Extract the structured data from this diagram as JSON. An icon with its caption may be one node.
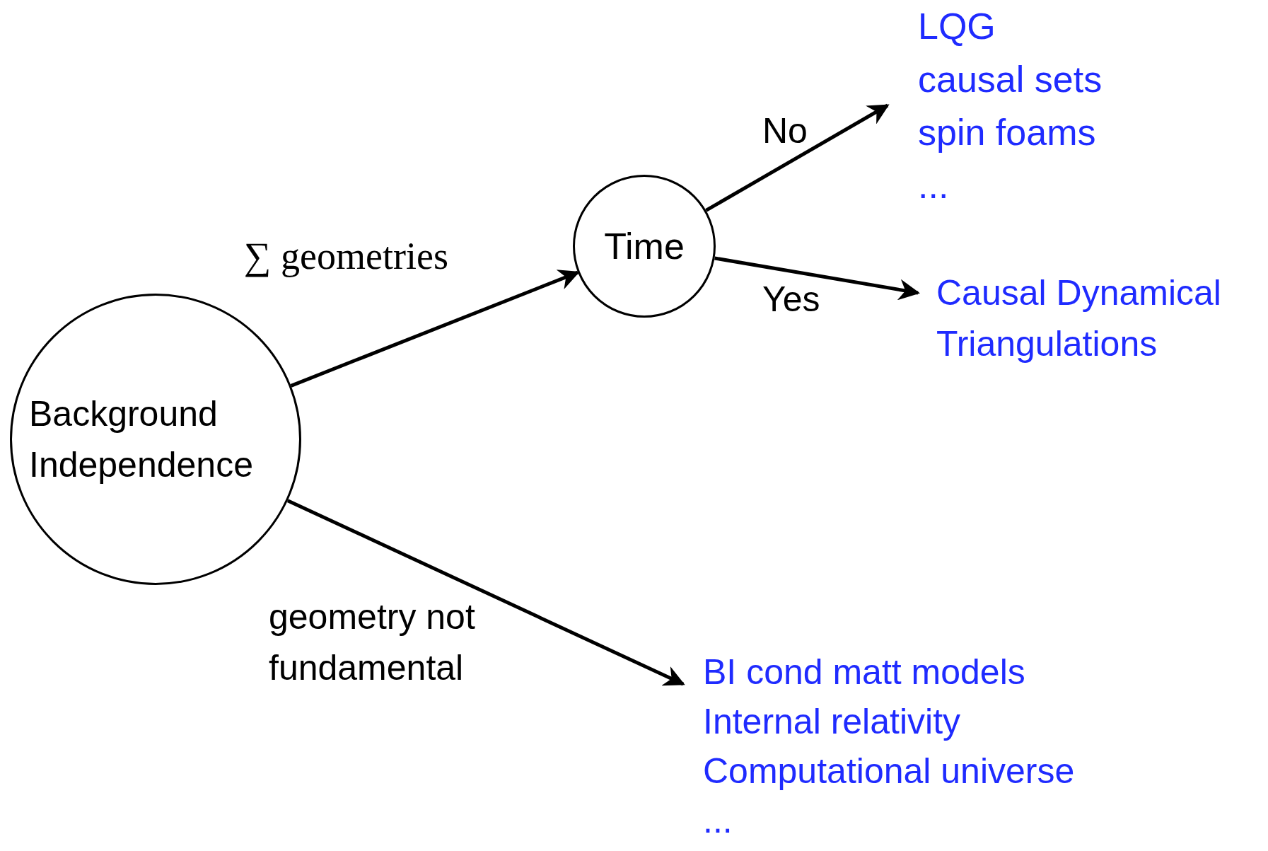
{
  "diagram": {
    "nodes": [
      {
        "text": [
          "Background Independence"
        ]
      },
      {
        "text": [
          "Time"
        ]
      },
      {
        "text": [
          "LQG",
          "causal sets",
          "spin foams",
          "..."
        ]
      },
      {
        "text": [
          "Causal Dynamical Triangulations"
        ]
      },
      {
        "text": [
          "BI cond matt models",
          "Internal relativity",
          "Computational universe",
          "..."
        ]
      }
    ],
    "edges": [
      {
        "from": 0,
        "to": 1,
        "arrow": "to",
        "label": "∑ geometries"
      },
      {
        "from": 1,
        "to": 2,
        "arrow": "to",
        "label": "No"
      },
      {
        "from": 1,
        "to": 3,
        "arrow": "to",
        "label": "Yes"
      },
      {
        "from": 0,
        "to": 4,
        "arrow": "to",
        "label": "geometry not fundamental"
      }
    ]
  }
}
